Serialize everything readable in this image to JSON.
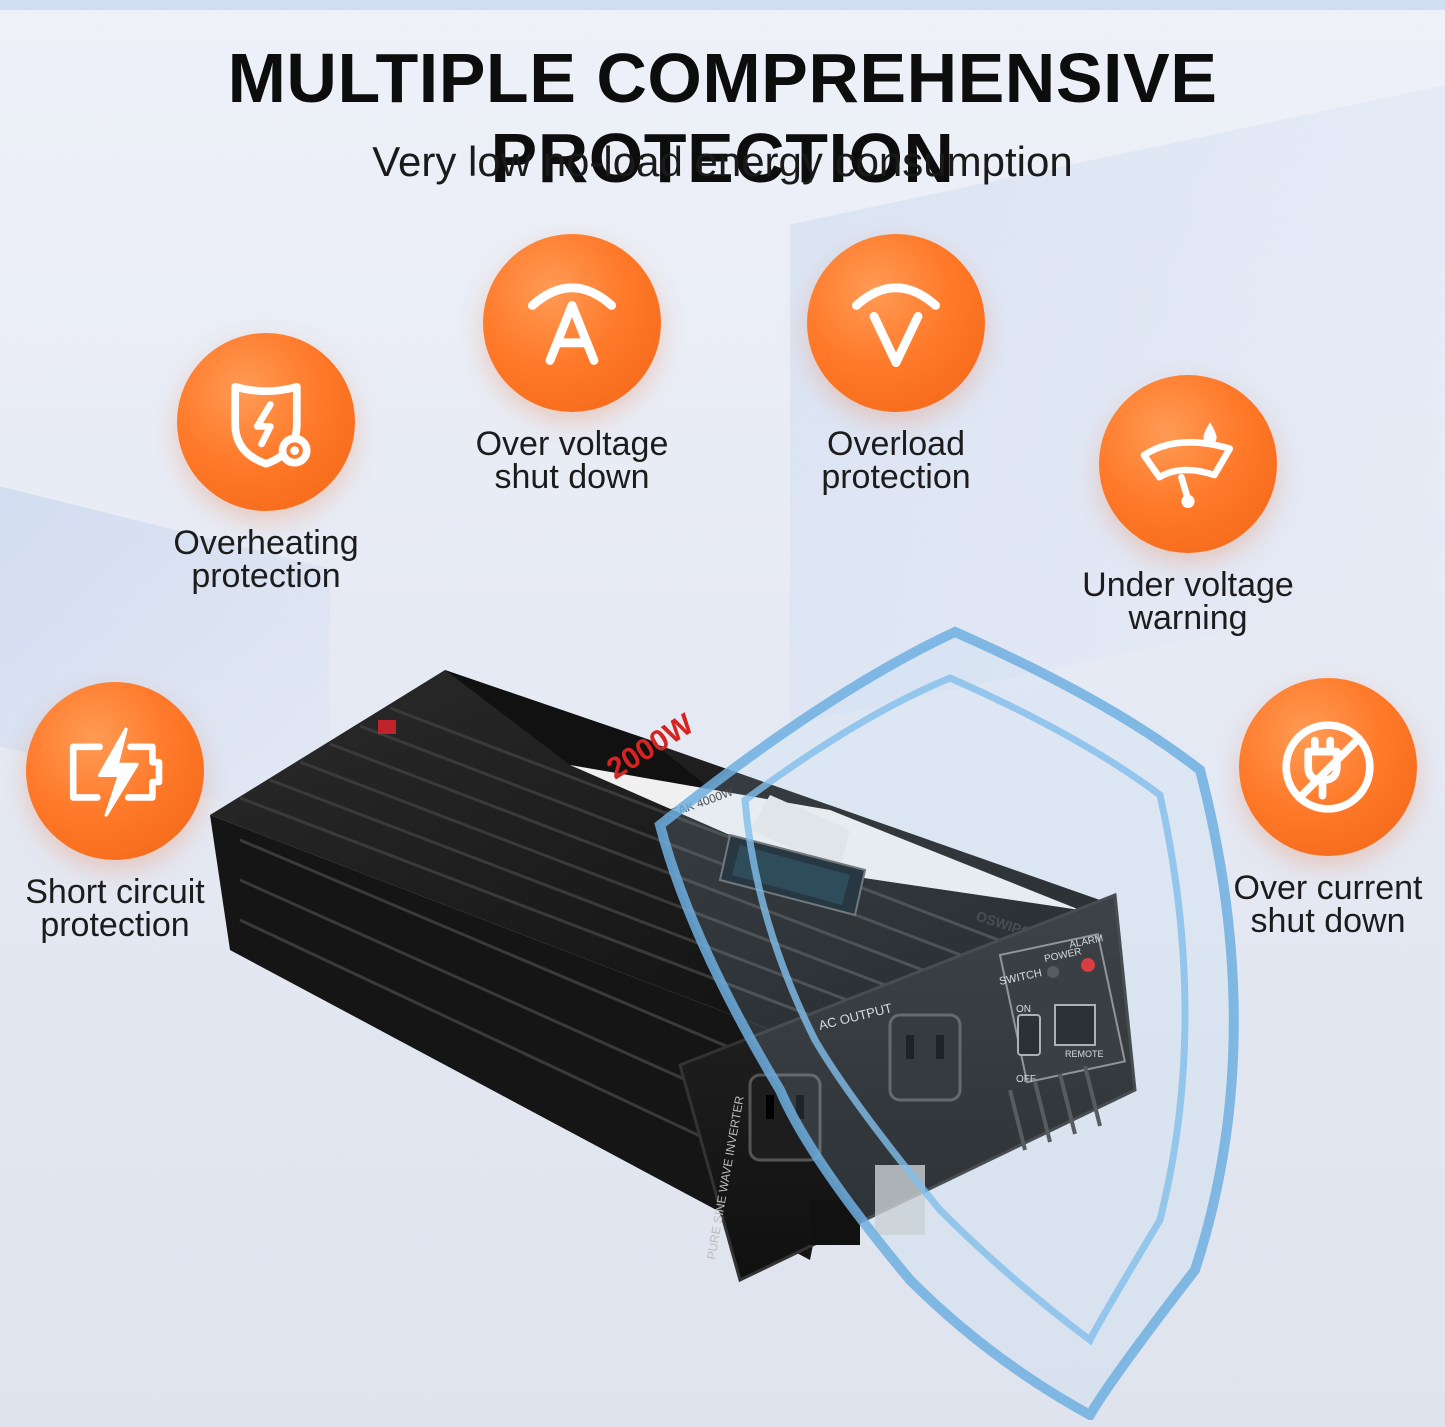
{
  "headline": "MULTIPLE COMPREHENSIVE PROTECTION",
  "subheadline": "Very low no-load energy consumption",
  "accent_color": "#ff7a2a",
  "features": [
    {
      "icon": "shield-bolt-icon",
      "line1": "Overheating",
      "line2": "protection"
    },
    {
      "icon": "ammeter-icon",
      "line1": "Over voltage",
      "line2": "shut down"
    },
    {
      "icon": "voltmeter-icon",
      "line1": "Overload",
      "line2": "protection"
    },
    {
      "icon": "gauge-drop-icon",
      "line1": "Under voltage",
      "line2": "warning"
    },
    {
      "icon": "battery-bolt-icon",
      "line1": "Short circuit",
      "line2": "protection"
    },
    {
      "icon": "no-plug-icon",
      "line1": "Over current",
      "line2": "shut down"
    }
  ],
  "product": {
    "rating": "2000W",
    "peak": "PEAK 4000W",
    "brand": "OSWIPOWER",
    "ac_output": "AC OUTPUT",
    "switch": "SWITCH",
    "on": "ON",
    "off": "OFF",
    "power": "POWER",
    "alarm": "ALARM",
    "remote": "REMOTE",
    "side_label": "PURE SINE WAVE INVERTER"
  }
}
